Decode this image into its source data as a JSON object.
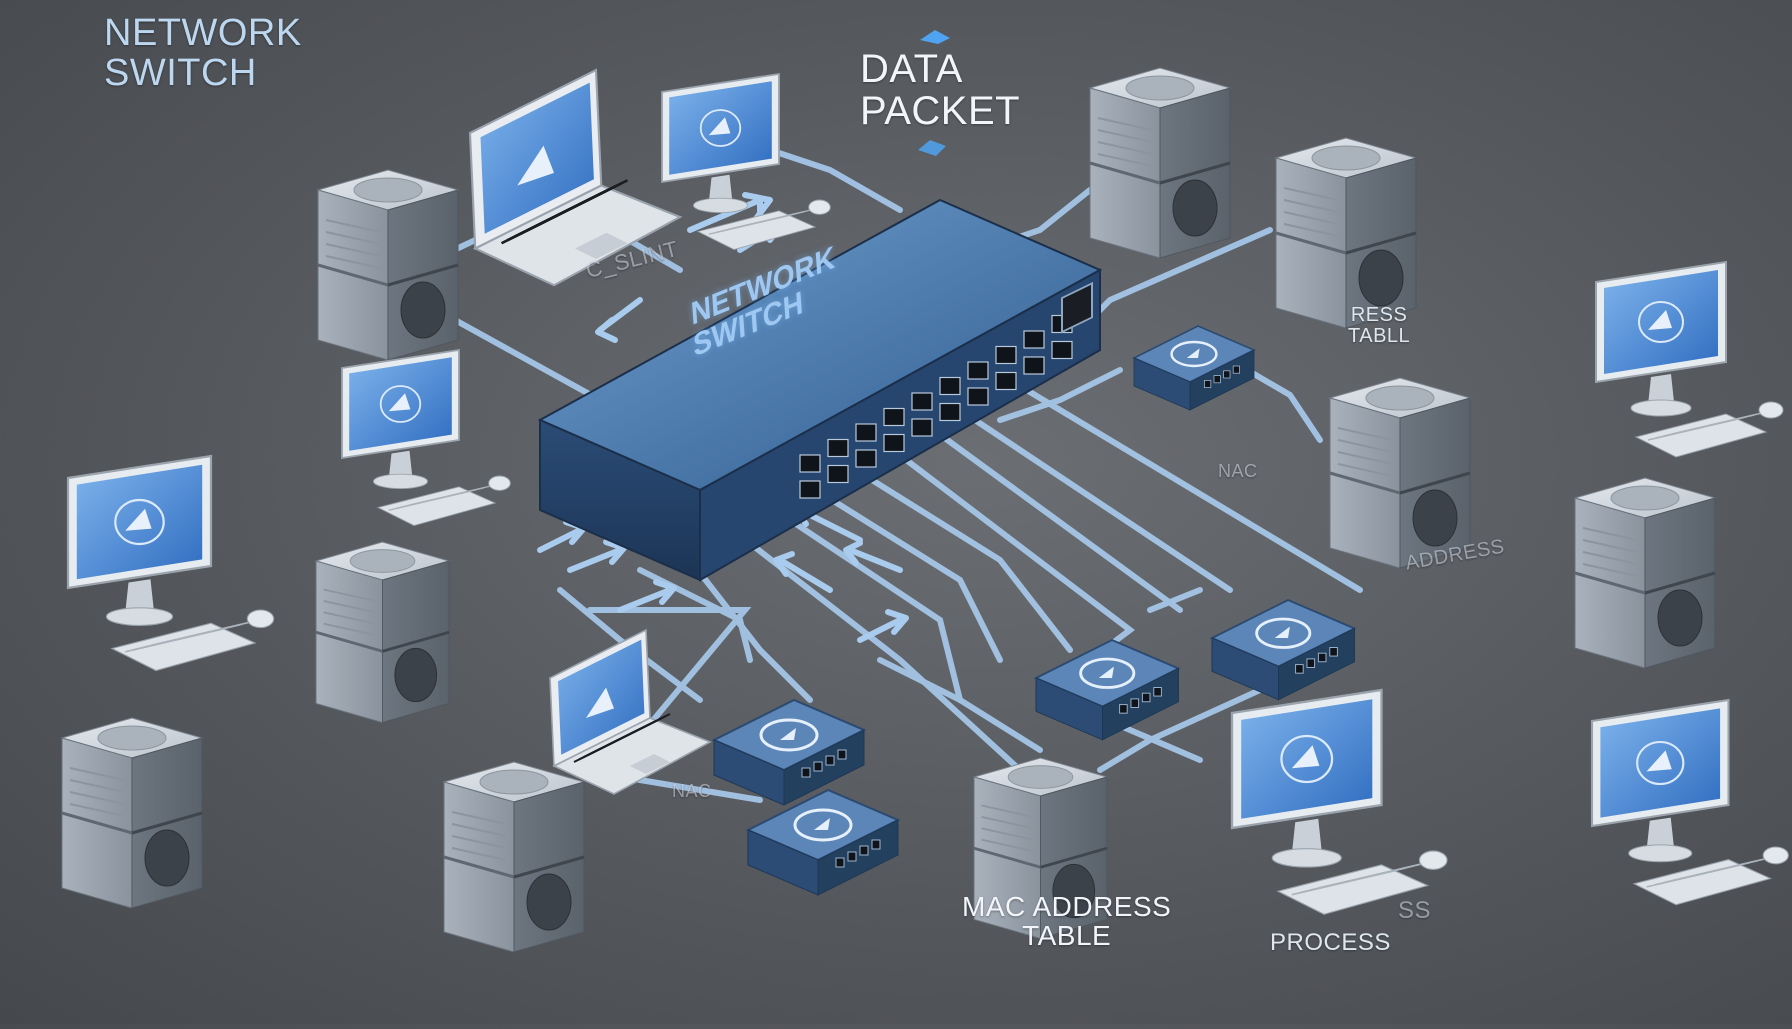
{
  "labels": {
    "title": "Network\nSwitch",
    "data_packet": "Data\nPacket",
    "switch_face": "Network\nSwitch",
    "mac_address_table": "MAC Address\nTable",
    "process": "Process",
    "address_right": "Address",
    "nac_mid": "NAC",
    "nac_lower": "NAC",
    "ress_table": "RESS\nTABLL",
    "c_slint": "C_SLINT",
    "ss_fragment": "SS"
  },
  "colors": {
    "background": "#55585d",
    "cable": "#a9cbee",
    "device_body": "#b8c0c9",
    "screen": "#3f7fd0",
    "switch_body": "#2d4d78"
  },
  "icons": {
    "device_logo": "wing-logo-icon",
    "packet": "packet-icon",
    "arrow": "arrow-icon"
  }
}
